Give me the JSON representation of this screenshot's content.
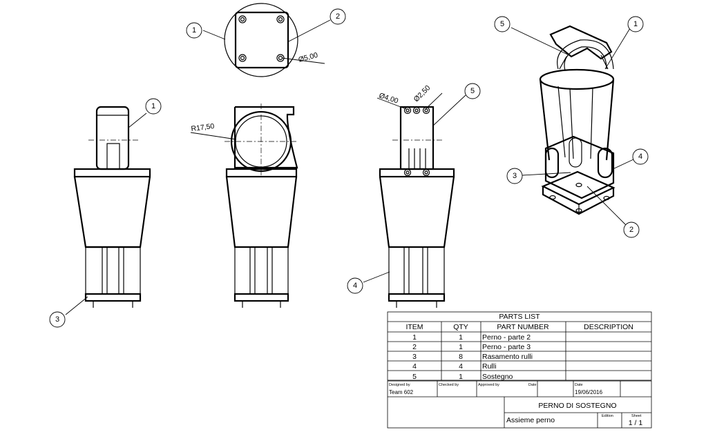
{
  "views": {
    "top": {
      "callouts": [
        "1",
        "2"
      ],
      "dimension": "Ø5,00"
    },
    "front": {
      "callouts": [
        "1",
        "3"
      ]
    },
    "side": {
      "dimension": "R17,50"
    },
    "right": {
      "callouts": [
        "5",
        "4"
      ],
      "dimensions": [
        "Ø4,00",
        "Ø2,50"
      ]
    },
    "iso": {
      "callouts": [
        "5",
        "1",
        "4",
        "3",
        "2"
      ]
    }
  },
  "parts_list": {
    "title": "PARTS LIST",
    "columns": [
      "ITEM",
      "QTY",
      "PART NUMBER",
      "DESCRIPTION"
    ],
    "rows": [
      {
        "item": "1",
        "qty": "1",
        "part_number": "Perno - parte 2",
        "description": ""
      },
      {
        "item": "2",
        "qty": "1",
        "part_number": "Perno - parte 3",
        "description": ""
      },
      {
        "item": "3",
        "qty": "8",
        "part_number": "Rasamento rulli",
        "description": ""
      },
      {
        "item": "4",
        "qty": "4",
        "part_number": "Rulli",
        "description": ""
      },
      {
        "item": "5",
        "qty": "1",
        "part_number": "Sostegno",
        "description": ""
      }
    ]
  },
  "title_block": {
    "designed_by_label": "Designed by",
    "designed_by": "Team 602",
    "checked_by_label": "Checked by",
    "approved_by_label": "Approved by",
    "date_label_1": "Date",
    "date_label_2": "Date",
    "date": "19/06/2016",
    "title": "PERNO DI SOSTEGNO",
    "subtitle": "Assieme perno",
    "edition_label": "Edition",
    "sheet_label": "Sheet",
    "sheet": "1 / 1"
  }
}
